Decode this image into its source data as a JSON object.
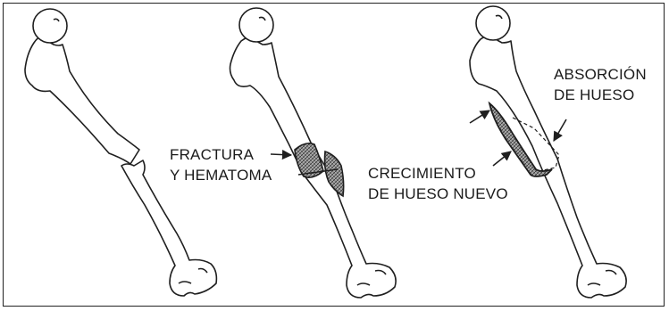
{
  "labels": {
    "fracture": {
      "line1": "FRACTURA",
      "line2": "Y HEMATOMA"
    },
    "growth": {
      "line1": "CRECIMIENTO",
      "line2": "DE HUESO NUEVO"
    },
    "absorption": {
      "line1": "ABSORCIÓN",
      "line2": "DE HUESO"
    }
  },
  "colors": {
    "stroke": "#1f1f1f",
    "fill": "#ffffff",
    "hatch": "#3a3a3a"
  }
}
